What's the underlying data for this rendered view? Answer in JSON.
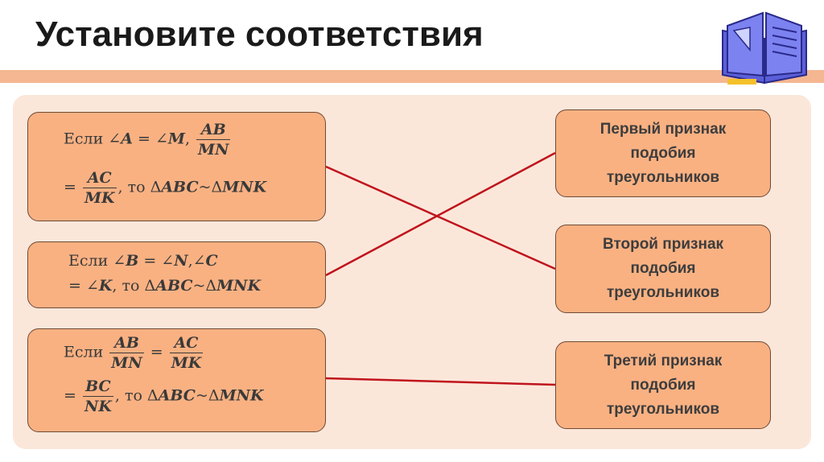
{
  "title": "Установите соответствия",
  "left": {
    "item1": {
      "if": "Если ∠",
      "a": "A",
      "eq1": " = ∠",
      "m": "M",
      "comma": ",",
      "frac1_num": "AB",
      "frac1_den": "MN",
      "eq2": "=",
      "frac2_num": "AC",
      "frac2_den": "MK",
      "then": ", то Δ",
      "abc": "ABC",
      "sim": "~Δ",
      "mnk": "MNK"
    },
    "item2": {
      "if": "Если ∠",
      "b": "B",
      "eq1": " = ∠",
      "n": "N",
      "comma": ",∠",
      "c": "C",
      "eq2": "= ∠",
      "k": "K",
      "then": ", то Δ",
      "abc": "ABC",
      "sim": "~Δ",
      "mnk": "MNK"
    },
    "item3": {
      "if": "Если",
      "frac1_num": "AB",
      "frac1_den": "MN",
      "eq1": "=",
      "frac2_num": "AC",
      "frac2_den": "MK",
      "eq2": "=",
      "frac3_num": "BC",
      "frac3_den": "NK",
      "then": ", то Δ",
      "abc": "ABC",
      "sim": "~Δ",
      "mnk": "MNK"
    }
  },
  "right": [
    {
      "label": "Первый признак\nподобия\nтреугольников"
    },
    {
      "label": "Второй признак\nподобия\nтреугольников"
    },
    {
      "label": "Третий признак\nподобия\nтреугольников"
    }
  ],
  "colors": {
    "box_fill": "#f9b182",
    "panel": "#fbe7da",
    "title_bar": "#f5b791",
    "line": "#c0141c"
  },
  "logo": {
    "book_icon": "geometry-book-icon"
  }
}
